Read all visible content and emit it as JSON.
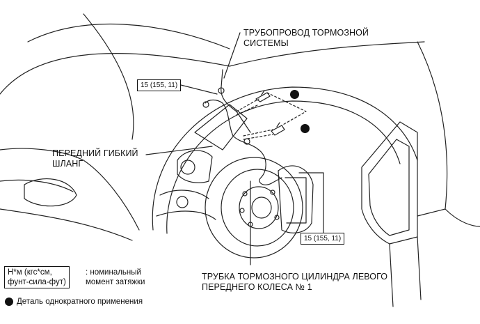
{
  "callouts": {
    "brake_line": [
      "ТРУБОПРОВОД ТОРМОЗНОЙ",
      "СИСТЕМЫ"
    ],
    "flex_hose": [
      "ПЕРЕДНИЙ ГИБКИЙ",
      "ШЛАНГ"
    ],
    "cylinder_tube": [
      "ТРУБКА ТОРМОЗНОГО ЦИЛИНДРА ЛЕВОГО",
      "ПЕРЕДНЕГО КОЛЕСА № 1"
    ]
  },
  "torque": {
    "upper": "15 (155, 11)",
    "lower": "15 (155, 11)"
  },
  "legend": {
    "unit_box": [
      "Н*м (кгс*см,",
      "фунт-сила-фут)"
    ],
    "unit_desc": [
      ": номинальный",
      "момент затяжки"
    ],
    "non_reusable": "Деталь однократного применения"
  }
}
